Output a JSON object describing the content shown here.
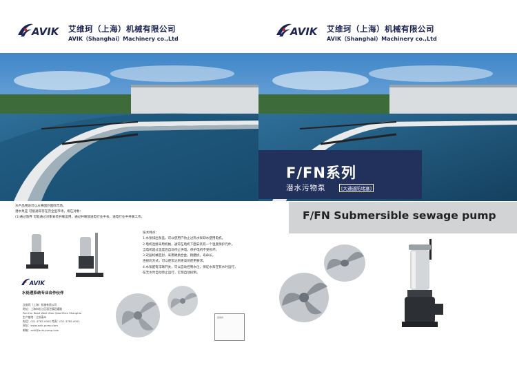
{
  "brand": {
    "logo_text": "AVIK",
    "name_cn": "艾维珂（上海）机械有限公司",
    "name_en": "AVIK（Shanghai）Machinery co.,Ltd"
  },
  "cover": {
    "title_cn": "F/FN系列",
    "subtitle_cn": "潜水污物泵",
    "tag_cn": "[大通道防堵塞]",
    "title_en": "F/FN Submersible sewage pump"
  },
  "back": {
    "intro_lines": [
      "水产品用途可以从事国外国际市场。",
      "潜水泵是 可能通常存在完全型市场，将在对象：",
      "(1)通过放弃 可能通过对象安装并联运用，通过并联放送电行业中去，送电行业中并联工作。"
    ],
    "advantages_title": "技术特点：",
    "advantages": [
      "1.水泵排出泵盖，可以使用户防止过热水泵缺水使用电机。",
      "2.电机连接采用机械，通常在电机下面安装有一个温度保护元件，",
      "当电机超过温度后自动停止供电，保护电机不受损坏。",
      "3.双层机械密封，采用硬质合金，耐磨损，寿命长，",
      "连接的方式，可以使泵达到更高的使用要求。",
      "4.水泵配有浮球开关，可以自动控制水位，保证水泵在有水时运行，",
      "在无水时自动停止运行，实现自动控制。"
    ],
    "small_logo_text": "AVIK",
    "tagline": "水处理系统专业合作伙伴",
    "contact_lines": [
      "艾维珂（上海）机械有限公司",
      "地址：上海市松江区泗泾镇泗通路",
      "Pan Hui Road West Xian Qiao Zhen Shanghai",
      "生产基地：江苏泰州",
      "电话：021-3762-0000 传真：021-3762-0001",
      "网址：www.avik-pump.com",
      "邮箱：avik@avik-pump.com"
    ],
    "stamp_label": "经销商"
  },
  "colors": {
    "navy": "#22305c",
    "band": "#d2d3d5",
    "brand_red": "#c8232b"
  }
}
